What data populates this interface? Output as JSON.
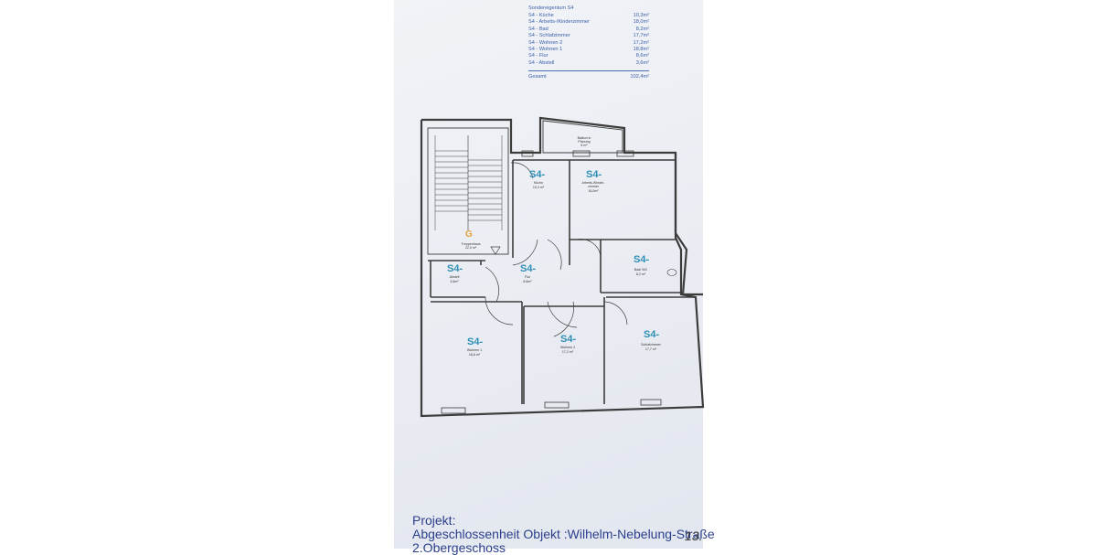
{
  "legend": {
    "title": "Sondereigentum S4",
    "rows": [
      {
        "name": "S4 - Küche",
        "area": "10,3m²"
      },
      {
        "name": "S4 - Arbeits-/Kinderzimmer",
        "area": "18,0m²"
      },
      {
        "name": "S4 - Bad",
        "area": "8,2m²"
      },
      {
        "name": "S4 - Schlafzimmer",
        "area": "17,7m²"
      },
      {
        "name": "S4 - Wohnen 2",
        "area": "17,2m²"
      },
      {
        "name": "S4 - Wohnen 1",
        "area": "18,8m²"
      },
      {
        "name": "S4 - Flur",
        "area": "8,6m²"
      },
      {
        "name": "S4 - Abstell",
        "area": "3,6m²"
      }
    ],
    "total_label": "Gesamt",
    "total_area": "102,4m²"
  },
  "rooms": {
    "kueche": {
      "code": "S4-",
      "name": "Küche",
      "area": "10,3 m²"
    },
    "arbeit": {
      "code": "S4-",
      "name": "Arbeits-/Kinder-\nzimmer",
      "area": "18,0m²"
    },
    "abstell": {
      "code": "S4-",
      "name": "Abstell",
      "area": "3,6m²"
    },
    "flur": {
      "code": "S4-",
      "name": "Flur",
      "area": "8,6m²"
    },
    "bad": {
      "code": "S4-",
      "name": "Bad/ WC",
      "area": "8,2 m²"
    },
    "wohnen1": {
      "code": "S4-",
      "name": "Wohnen 1",
      "area": "18,8 m²"
    },
    "wohnen2": {
      "code": "S4-",
      "name": "Wohnen 2",
      "area": "17,2 m²"
    },
    "schlaf": {
      "code": "S4-",
      "name": "Schlafzimmer",
      "area": "17,7 m²"
    }
  },
  "treppenhaus": {
    "code": "G",
    "name": "Treppenhaus",
    "area": "22,0 m²"
  },
  "balkon": {
    "name": "Balkon in\nPlanung",
    "area": "6 m²"
  },
  "project": {
    "line1": "Projekt:",
    "line2": "Abgeschlossenheit Objekt :Wilhelm-Nebelung-Straße",
    "line3": "2.Obergeschoss",
    "page": "13.",
    "sheet": "S4"
  },
  "colors": {
    "room_label": "#2f8fb8",
    "legend_text": "#3a5fa8",
    "stair_label": "#e3a13b",
    "project_text": "#2b3f8c"
  }
}
